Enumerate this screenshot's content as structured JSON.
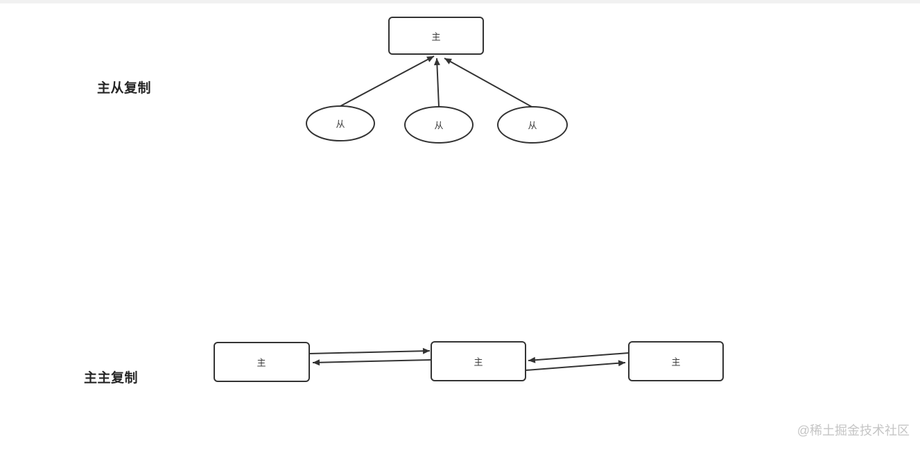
{
  "page": {
    "colors": {
      "background": "#ffffff",
      "topbar": "#f1f1f1",
      "stroke": "#333333",
      "node_text": "#3d3d3d",
      "label_text": "#262626",
      "watermark": "#c5c5c5"
    }
  },
  "diagram": {
    "master_slave": {
      "label": "主从复制",
      "master": "主",
      "slaves": [
        "从",
        "从",
        "从"
      ]
    },
    "master_master": {
      "label": "主主复制",
      "masters": [
        "主",
        "主",
        "主"
      ]
    }
  },
  "watermark": "@稀土掘金技术社区"
}
